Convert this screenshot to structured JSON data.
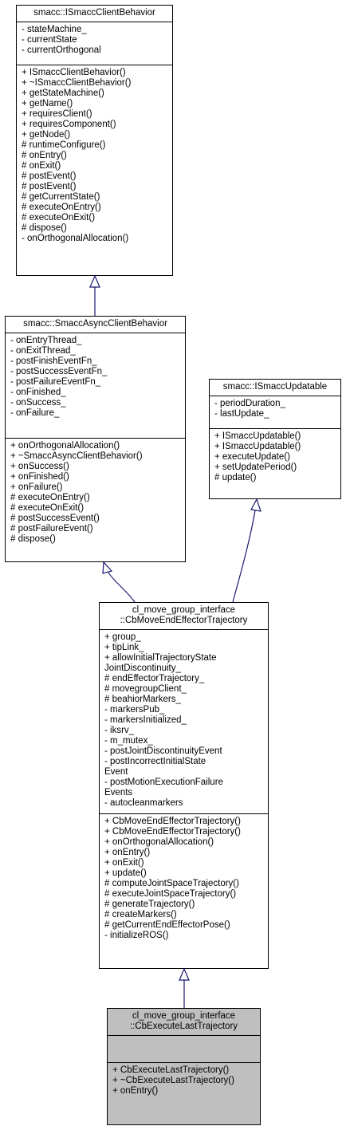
{
  "classes": {
    "isc": {
      "title": [
        "smacc::ISmaccClientBehavior"
      ],
      "attributes": [
        "- stateMachine_",
        "- currentState",
        "- currentOrthogonal"
      ],
      "operations": [
        "+ ISmaccClientBehavior()",
        "+ ~ISmaccClientBehavior()",
        "+ getStateMachine()",
        "+ getName()",
        "+ requiresClient()",
        "+ requiresComponent()",
        "+ getNode()",
        "# runtimeConfigure()",
        "# onEntry()",
        "# onExit()",
        "# postEvent()",
        "# postEvent()",
        "# getCurrentState()",
        "# executeOnEntry()",
        "# executeOnExit()",
        "# dispose()",
        "- onOrthogonalAllocation()"
      ]
    },
    "sacb": {
      "title": [
        "smacc::SmaccAsyncClientBehavior"
      ],
      "attributes": [
        "- onEntryThread_",
        "- onExitThread_",
        "- postFinishEventFn_",
        "- postSuccessEventFn_",
        "- postFailureEventFn_",
        "- onFinished_",
        "- onSuccess_",
        "- onFailure_"
      ],
      "operations": [
        "+ onOrthogonalAllocation()",
        "+ ~SmaccAsyncClientBehavior()",
        "+ onSuccess()",
        "+ onFinished()",
        "+ onFailure()",
        "# executeOnEntry()",
        "# executeOnExit()",
        "# postSuccessEvent()",
        "# postFailureEvent()",
        "# dispose()"
      ]
    },
    "isu": {
      "title": [
        "smacc::ISmaccUpdatable"
      ],
      "attributes": [
        "- periodDuration_",
        "- lastUpdate_"
      ],
      "operations": [
        "+ ISmaccUpdatable()",
        "+ ISmaccUpdatable()",
        "+ executeUpdate()",
        "+ setUpdatePeriod()",
        "# update()"
      ]
    },
    "cbm": {
      "title": [
        "cl_move_group_interface",
        "::CbMoveEndEffectorTrajectory"
      ],
      "attributes": [
        "+ group_",
        "+ tipLink_",
        "+ allowInitialTrajectoryState",
        "JointDiscontinuity_",
        "# endEffectorTrajectory_",
        "# movegroupClient_",
        "# beahiorMarkers_",
        "- markersPub_",
        "- markersInitialized_",
        "- iksrv_",
        "- m_mutex_",
        "- postJointDiscontinuityEvent",
        "- postIncorrectInitialState",
        "Event",
        "- postMotionExecutionFailure",
        "Events",
        "- autocleanmarkers"
      ],
      "operations": [
        "+ CbMoveEndEffectorTrajectory()",
        "+ CbMoveEndEffectorTrajectory()",
        "+ onOrthogonalAllocation()",
        "+ onEntry()",
        "+ onExit()",
        "+ update()",
        "# computeJointSpaceTrajectory()",
        "# executeJointSpaceTrajectory()",
        "# generateTrajectory()",
        "# createMarkers()",
        "# getCurrentEndEffectorPose()",
        "- initializeROS()"
      ]
    },
    "cbe": {
      "title": [
        "cl_move_group_interface",
        "::CbExecuteLastTrajectory"
      ],
      "attributes": [],
      "operations": [
        "+ CbExecuteLastTrajectory()",
        "+ ~CbExecuteLastTrajectory()",
        "+ onEntry()"
      ]
    }
  },
  "colors": {
    "edge": "#191970",
    "highlight": "#bfbfbf",
    "border": "#000000"
  }
}
